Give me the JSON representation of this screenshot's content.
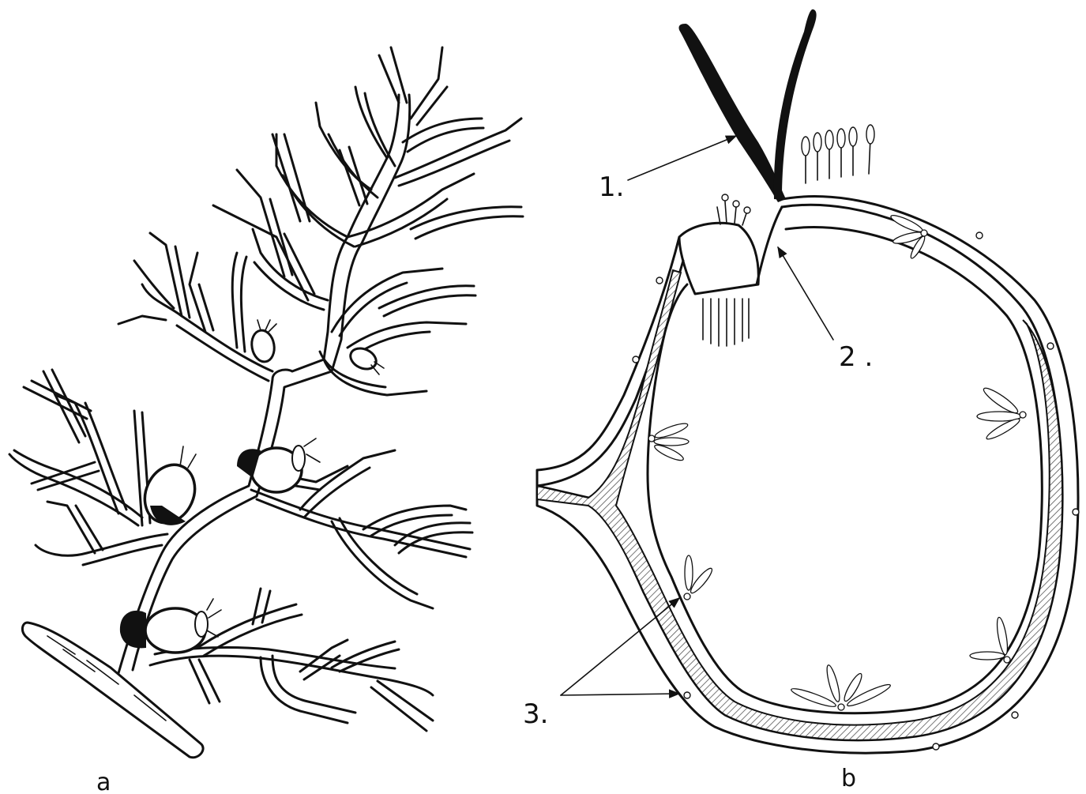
{
  "panels": {
    "a": {
      "label": "a"
    },
    "b": {
      "label": "b"
    }
  },
  "labels": {
    "one": "1.",
    "two": "2 .",
    "three": "3."
  },
  "colors": {
    "ink": "#111111",
    "paper": "#ffffff",
    "hatch": "#555555"
  }
}
